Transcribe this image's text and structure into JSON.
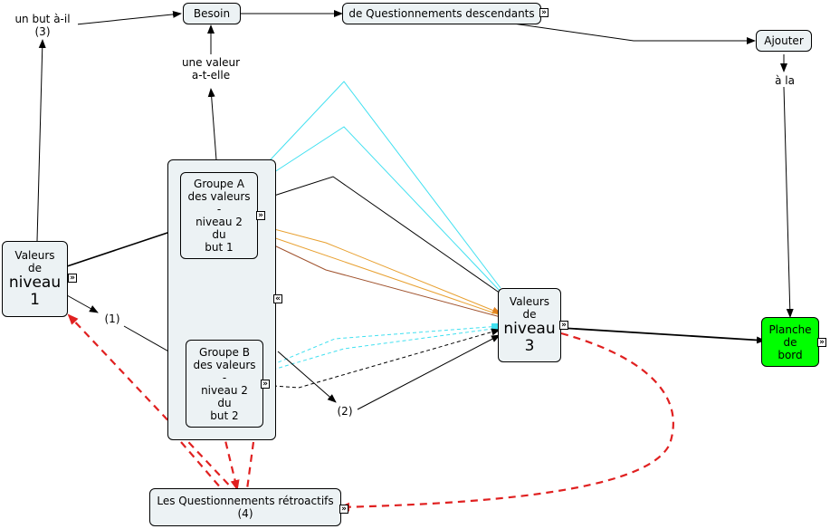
{
  "nodes": {
    "besoin": "Besoin",
    "questionnements_desc": "de Questionnements descendants",
    "ajouter": "Ajouter",
    "valeurs_n1": {
      "l1": "Valeurs",
      "l2": "de",
      "l3": "niveau",
      "l4": "1"
    },
    "groupe_a": {
      "l1": "Groupe A",
      "l2": "des valeurs",
      "l3": "-",
      "l4": "niveau 2",
      "l5": "du",
      "l6": "but 1"
    },
    "groupe_b": {
      "l1": "Groupe B",
      "l2": "des valeurs",
      "l3": "-",
      "l4": "niveau 2",
      "l5": "du",
      "l6": "but 2"
    },
    "valeurs_n3": {
      "l1": "Valeurs",
      "l2": "de",
      "l3": "niveau",
      "l4": "3"
    },
    "planche": {
      "l1": "Planche",
      "l2": "de",
      "l3": "bord"
    },
    "retroactifs": {
      "l1": "Les Questionnements rétroactifs",
      "l2": "(4)"
    }
  },
  "labels": {
    "un_but": {
      "l1": "un but  à-il",
      "l2": "(3)"
    },
    "une_valeur": {
      "l1": "une valeur",
      "l2": "a-t-elle"
    },
    "a_la": "à la",
    "one": "(1)",
    "two": "(2)"
  },
  "icons": {
    "expand": "»",
    "collapse": "«"
  },
  "colors": {
    "node_fill": "#ecf2f4",
    "green": "#00ff00",
    "cyan": "#40e0f0",
    "orange": "#e8a030",
    "brown": "#a0522d",
    "red": "#e02020"
  }
}
